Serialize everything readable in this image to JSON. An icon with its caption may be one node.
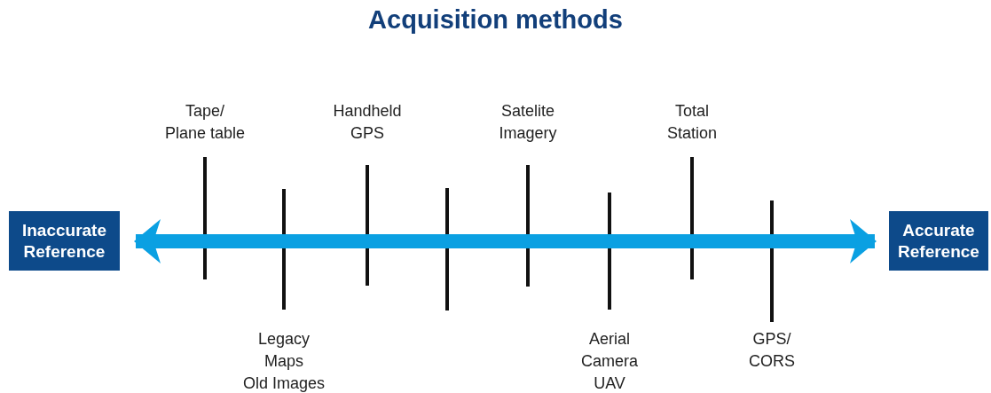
{
  "diagram": {
    "title": "Acquisition methods",
    "nodes": [
      {
        "text": [
          "Inaccurate Reference"
        ]
      },
      {
        "text": [
          "Accurate Reference"
        ]
      }
    ],
    "edges": [
      {
        "from": 0,
        "to": 1,
        "arrow": "both"
      }
    ],
    "labels": [
      "Tape/ Plane table",
      "Handheld GPS",
      "Satelite Imagery",
      "Total Station",
      "Legacy Maps",
      "Old Images",
      "Aerial Camera",
      "UAV",
      "GPS/ CORS"
    ]
  }
}
